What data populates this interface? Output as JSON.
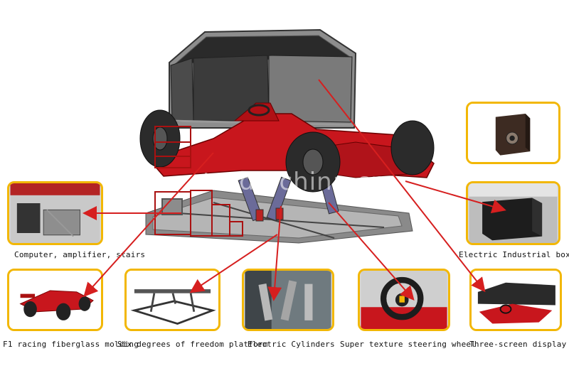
{
  "watermark": "trade.china.cn",
  "labels": {
    "computer": "Computer, amplifier, stairs",
    "industrial_box": "Electric Industrial box",
    "f1": "F1 racing fiberglass molding",
    "platform": "Six degrees of freedom platform",
    "cylinders": "Electric Cylinders",
    "wheel": "Super texture steering wheel",
    "screens": "Three-screen display"
  },
  "colors": {
    "frame": "#f2b705",
    "arrow": "#d61f1f",
    "body_red": "#c8161d"
  }
}
